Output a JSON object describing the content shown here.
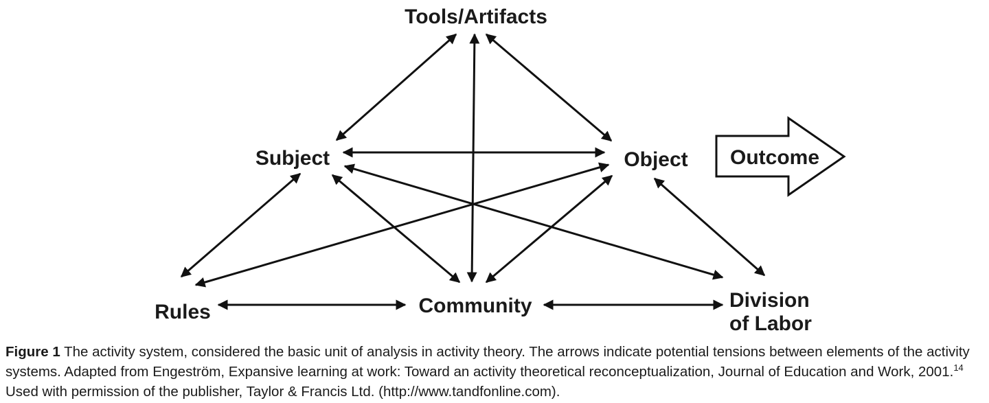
{
  "diagram": {
    "nodes": {
      "tools": "Tools/Artifacts",
      "subject": "Subject",
      "object": "Object",
      "rules": "Rules",
      "community": "Community",
      "division_line1": "Division",
      "division_line2": "of Labor"
    },
    "outcome_label": "Outcome",
    "relations": [
      [
        "Tools/Artifacts",
        "Subject"
      ],
      [
        "Tools/Artifacts",
        "Object"
      ],
      [
        "Tools/Artifacts",
        "Community"
      ],
      [
        "Subject",
        "Object"
      ],
      [
        "Subject",
        "Rules"
      ],
      [
        "Subject",
        "Community"
      ],
      [
        "Subject",
        "Division of Labor"
      ],
      [
        "Object",
        "Rules"
      ],
      [
        "Object",
        "Community"
      ],
      [
        "Object",
        "Division of Labor"
      ],
      [
        "Rules",
        "Community"
      ],
      [
        "Community",
        "Division of Labor"
      ]
    ]
  },
  "caption": {
    "label": "Figure 1",
    "text": "The activity system, considered the basic unit of analysis in activity theory. The arrows indicate potential tensions between elements of the activity systems. Adapted from Engeström, Expansive learning at work: Toward an activity theoretical reconceptualization, Journal of Education and Work, 2001.",
    "ref": "14",
    "text_after": "Used with permission of the publisher, Taylor & Francis Ltd. (http://www.tandfonline.com)."
  }
}
